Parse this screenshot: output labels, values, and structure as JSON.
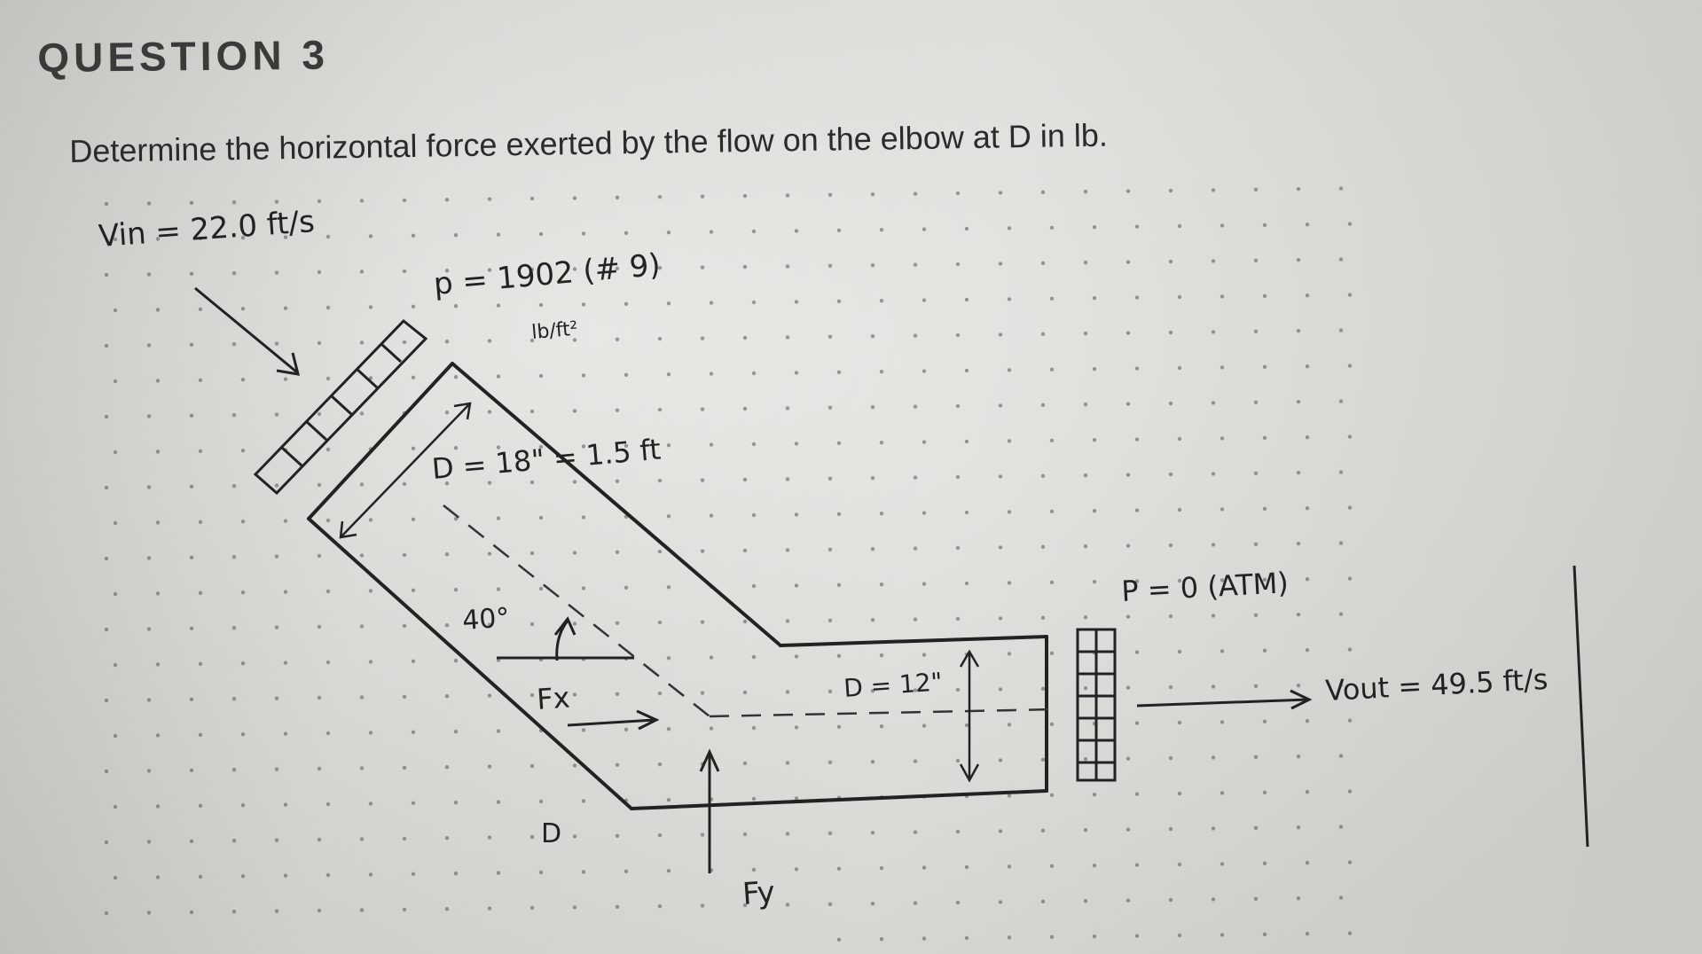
{
  "question": {
    "header": "QUESTION 3",
    "prompt": "Determine the horizontal force exerted by the flow on the elbow at D in lb."
  },
  "diagram": {
    "v_in": "Vin = 22.0 ft/s",
    "pressure": "p = 1902 (# 9)",
    "pressure_units": "lb/ft²",
    "inlet_diameter": "D = 18\" = 1.5 ft",
    "angle": "40°",
    "fx_label": "Fx",
    "fy_label": "Fy",
    "point_label": "D",
    "outlet_diameter": "D = 12\"",
    "outlet_pressure": "P = 0 (ATM)",
    "v_out": "Vout = 49.5 ft/s"
  }
}
